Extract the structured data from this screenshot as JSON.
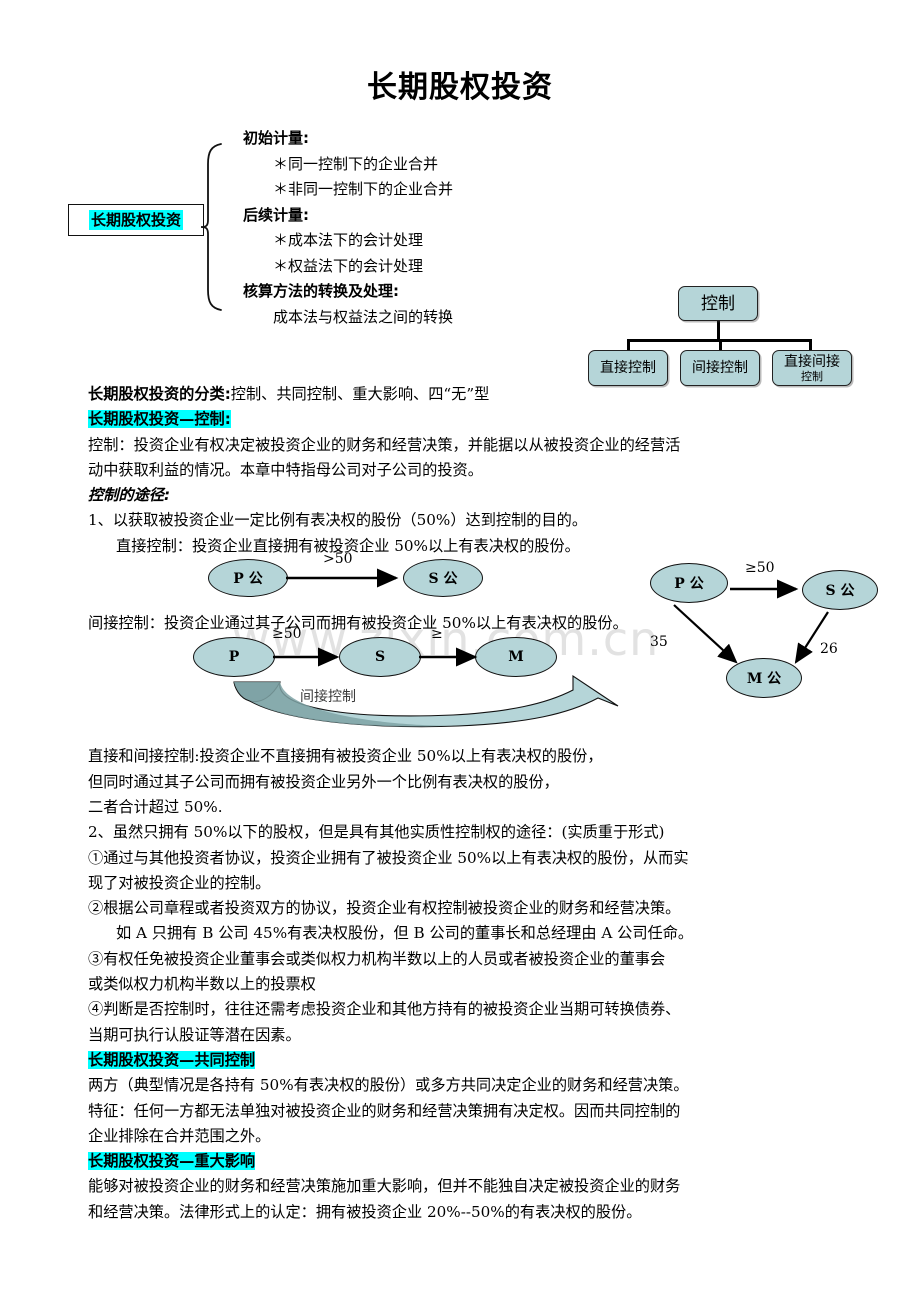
{
  "title": "长期股权投资",
  "watermark": "www.zixin.com.cn",
  "mindmap": {
    "box_label": "长期股权投资",
    "entries": [
      {
        "type": "heading",
        "text": "初始计量:"
      },
      {
        "type": "item",
        "text": "＊同一控制下的企业合并"
      },
      {
        "type": "item",
        "text": "＊非同一控制下的企业合并"
      },
      {
        "type": "heading",
        "text": "后续计量:"
      },
      {
        "type": "item",
        "text": "＊成本法下的会计处理"
      },
      {
        "type": "item",
        "text": "＊权益法下的会计处理"
      },
      {
        "type": "heading",
        "text": "核算方法的转换及处理:"
      },
      {
        "type": "item",
        "text": "成本法与权益法之间的转换"
      }
    ]
  },
  "tree": {
    "root": "控制",
    "children": [
      {
        "line1": "直接控制",
        "line2": ""
      },
      {
        "line1": "间接控制",
        "line2": ""
      },
      {
        "line1": "直接间接",
        "line2": "控制"
      }
    ],
    "fill_color": "#b5d5d8"
  },
  "body": {
    "l1_bold": "长期股权投资的分类:",
    "l1_rest": "控制、共同控制、重大影响、四“无”型",
    "l2_highlight": "长期股权投资—控制:",
    "l3": "控制：投资企业有权决定被投资企业的财务和经营决策，并能据以从被投资企业的经营活",
    "l4": "动中获取利益的情况。本章中特指母公司对子公司的投资。",
    "l5_bolditalic": "控制的途径:",
    "l6": "1、以获取被投资企业一定比例有表决权的股份（50%）达到控制的目的。",
    "l7": "直接控制：投资企业直接拥有被投资企业 50%以上有表决权的股份。",
    "l8": "间接控制：投资企业通过其子公司而拥有被投资企业 50%以上有表决权的股份。",
    "l9": "直接和间接控制:投资企业不直接拥有被投资企业 50%以上有表决权的股份，",
    "l10": "但同时通过其子公司而拥有被投资企业另外一个比例有表决权的股份，",
    "l11": "二者合计超过 50%.",
    "l12": "2、虽然只拥有 50%以下的股权，但是具有其他实质性控制权的途径：(实质重于形式)",
    "l13": "①通过与其他投资者协议，投资企业拥有了被投资企业 50%以上有表决权的股份，从而实",
    "l14": "现了对被投资企业的控制。",
    "l15": "②根据公司章程或者投资双方的协议，投资企业有权控制被投资企业的财务和经营决策。",
    "l16": "如 A 只拥有 B 公司 45%有表决权股份，但 B 公司的董事长和总经理由 A 公司任命。",
    "l17": "③有权任免被投资企业董事会或类似权力机构半数以上的人员或者被投资企业的董事会",
    "l18": "或类似权力机构半数以上的投票权",
    "l19": "④判断是否控制时，往往还需考虑投资企业和其他方持有的被投资企业当期可转换债券、",
    "l20": "当期可执行认股证等潜在因素。",
    "l21_highlight": "长期股权投资—共同控制",
    "l22": "两方（典型情况是各持有 50%有表决权的股份）或多方共同决定企业的财务和经营决策。",
    "l23": "特征：任何一方都无法单独对被投资企业的财务和经营决策拥有决定权。因而共同控制的",
    "l24": "企业排除在合并范围之外。",
    "l25_highlight": "长期股权投资—重大影响",
    "l26": "能够对被投资企业的财务和经营决策施加重大影响，但并不能独自决定被投资企业的财务",
    "l27": "和经营决策。法律形式上的认定：拥有被投资企业 20%--50%的有表决权的股份。"
  },
  "diagram_direct": {
    "node_p": "P 公",
    "node_s": "S 公",
    "edge_label": ">50"
  },
  "diagram_indirect": {
    "node_p": "P",
    "node_s": "S",
    "node_m": "M",
    "edge_ps": "≥50",
    "edge_sm": "≥",
    "ribbon_label": "间接控制"
  },
  "diagram_triangle": {
    "node_p": "P 公",
    "node_s": "S 公",
    "node_m": "M 公",
    "edge_ps": "≥50",
    "edge_pm": "35",
    "edge_sm": "26"
  }
}
